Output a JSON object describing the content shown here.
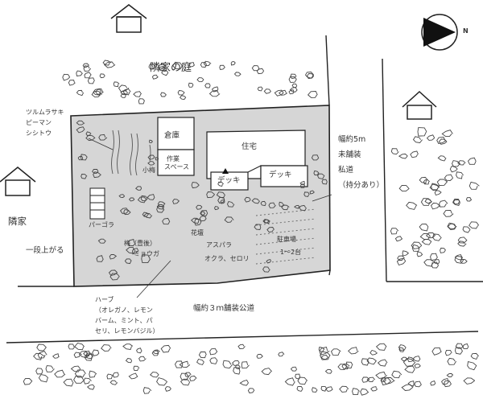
{
  "compass": {
    "north_label": "N"
  },
  "areas": {
    "neighbor_garden": "隣家の庭",
    "neighbor_left": "隣家",
    "step_up": "一段上がる",
    "public_road": "幅約３ｍ舗装公道"
  },
  "private_road": {
    "lines": [
      "幅約5m",
      "未舗装",
      "私道",
      "（持分あり）"
    ]
  },
  "buildings": {
    "shed": "倉庫",
    "workspace_lines": [
      "作業",
      "スペース"
    ],
    "house": "住宅",
    "deck_1": "デッキ",
    "deck_2": "デッキ"
  },
  "garden": {
    "vegetables_lines": [
      "ツルムラサキ",
      "ピーマン",
      "シシトウ"
    ],
    "small_plum": "小梅",
    "pergola": "パーゴラ",
    "flower_bed": "花壇",
    "plum_bungo": "梅（豊後）",
    "myoga": "ミョウガ",
    "asparagus": "アスパラ",
    "okra_celery": "オクラ、セロリ",
    "parking_lines": [
      "駐車場",
      "1～2台"
    ],
    "herbs_lines": [
      "ハーブ",
      "（オレガノ、レモン",
      "バーム、ミント、パ",
      "セリ、レモンバジル）"
    ]
  }
}
